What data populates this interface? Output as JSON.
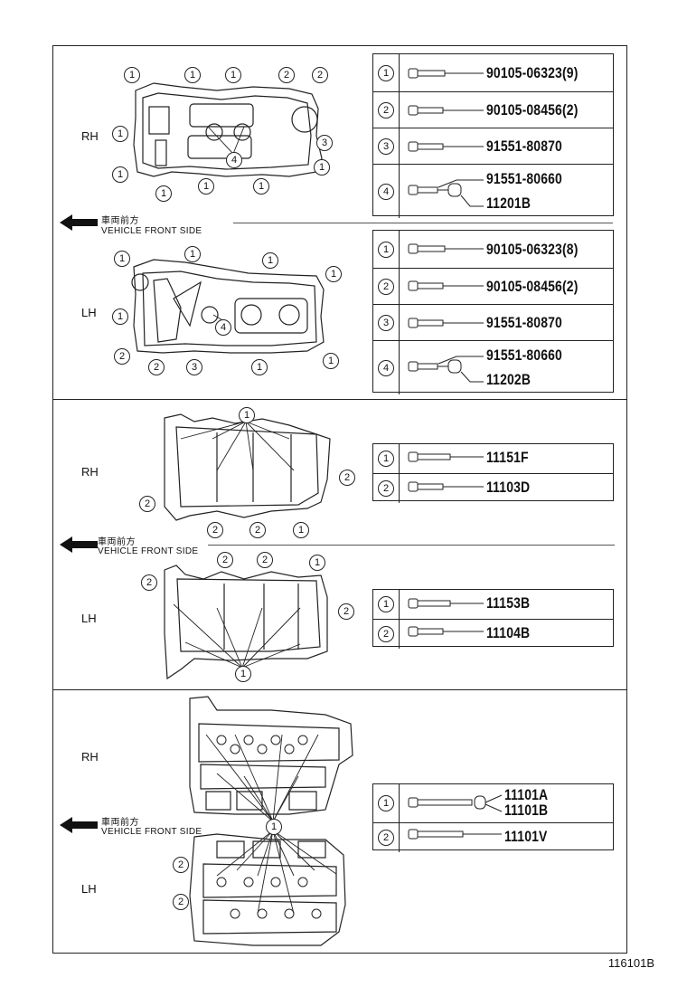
{
  "footer": {
    "code": "116101B"
  },
  "front_label": {
    "jp": "車両前方",
    "en": "VEHICLE FRONT SIDE"
  },
  "sides": {
    "rh": "RH",
    "lh": "LH"
  },
  "section1": {
    "rh_table": [
      {
        "num": "1",
        "part": "90105-06323(9)"
      },
      {
        "num": "2",
        "part": "90105-08456(2)"
      },
      {
        "num": "3",
        "part": "91551-80870"
      },
      {
        "num": "4",
        "part": "91551-80660",
        "part2": "11201B"
      }
    ],
    "lh_table": [
      {
        "num": "1",
        "part": "90105-06323(8)"
      },
      {
        "num": "2",
        "part": "90105-08456(2)"
      },
      {
        "num": "3",
        "part": "91551-80870"
      },
      {
        "num": "4",
        "part": "91551-80660",
        "part2": "11202B"
      }
    ],
    "rh_callouts": [
      "1",
      "1",
      "1",
      "2",
      "2",
      "1",
      "3",
      "4",
      "1",
      "1",
      "1",
      "1",
      "1"
    ],
    "lh_callouts": [
      "1",
      "1",
      "1",
      "1",
      "1",
      "4",
      "2",
      "2",
      "3",
      "1",
      "1"
    ]
  },
  "section2": {
    "rh_table": [
      {
        "num": "1",
        "part": "11151F"
      },
      {
        "num": "2",
        "part": "11103D"
      }
    ],
    "lh_table": [
      {
        "num": "1",
        "part": "11153B"
      },
      {
        "num": "2",
        "part": "11104B"
      }
    ],
    "rh_callouts": [
      "1",
      "2",
      "2",
      "2",
      "2",
      "1"
    ],
    "lh_callouts": [
      "2",
      "2",
      "2",
      "1",
      "2",
      "1"
    ]
  },
  "section3": {
    "table": [
      {
        "num": "1",
        "part": "11101A",
        "part2": "11101B"
      },
      {
        "num": "2",
        "part": "11101V"
      }
    ],
    "callouts": [
      "1",
      "2",
      "2"
    ]
  }
}
